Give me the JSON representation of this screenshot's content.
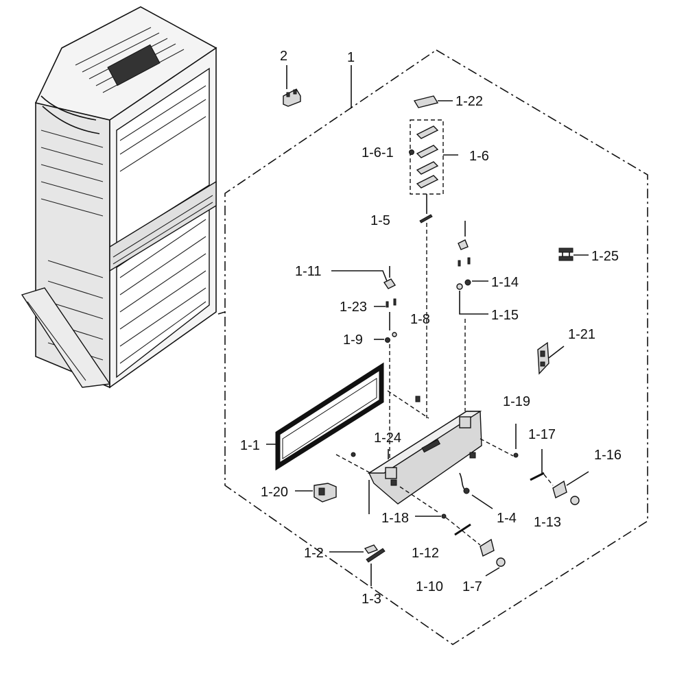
{
  "labels": {
    "l2": "2",
    "l1": "1",
    "l1_22": "1-22",
    "l1_6_1": "1-6-1",
    "l1_6": "1-6",
    "l1_5": "1-5",
    "l1_25": "1-25",
    "l1_11": "1-11",
    "l1_14": "1-14",
    "l1_23": "1-23",
    "l1_15": "1-15",
    "l1_8": "1-8",
    "l1_21": "1-21",
    "l1_9": "1-9",
    "l1_19": "1-19",
    "l1_17": "1-17",
    "l1_24": "1-24",
    "l1_1": "1-1",
    "l1_16": "1-16",
    "l1_20": "1-20",
    "l1_18": "1-18",
    "l1_4": "1-4",
    "l1_13": "1-13",
    "l1_2": "1-2",
    "l1_12": "1-12",
    "l1_10": "1-10",
    "l1_7": "1-7",
    "l1_3": "1-3"
  }
}
